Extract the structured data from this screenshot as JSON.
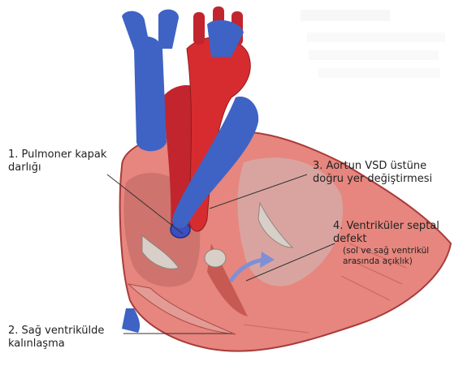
{
  "labels": {
    "pulmoner_kapak": {
      "line1": "1. Pulmoner kapak",
      "line2": "darlığı"
    },
    "sag_ventrikul": {
      "line1": "2. Sağ ventrikülde",
      "line2": "kalınlaşma"
    },
    "aort": {
      "line1": "3. Aortun VSD üstüne",
      "line2": "doğru yer değiştirmesi"
    },
    "vsd": {
      "line1": "4. Ventriküler septal",
      "line2": "defekt",
      "line3": "(sol ve sağ ventrikül",
      "line4": "arasında açıklık)"
    }
  },
  "colors": {
    "vein_blue": "#3f63c4",
    "artery_red": "#c2252d",
    "myocardium": "#e6867e",
    "muscle_dark": "#a93b3b",
    "chamber": "#d9a4a0",
    "valve": "#d8cfc8",
    "flow_arrow": "#7f8fd6"
  }
}
